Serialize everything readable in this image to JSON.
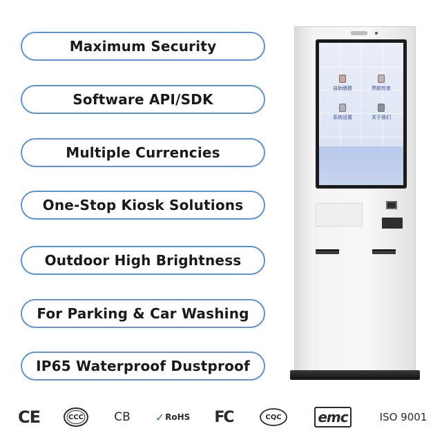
{
  "features": [
    "Maximum Security",
    "Software API/SDK",
    "Multiple Currencies",
    "One-Stop Kiosk Solutions",
    "Outdoor High Brightness",
    "For Parking & Car Washing",
    "IP65 Waterproof Dustproof"
  ],
  "kiosk_screen": {
    "apps": [
      "自助缴费",
      "票款检查",
      "系统设置",
      "关于我们"
    ]
  },
  "certifications": [
    "CE",
    "CCC",
    "CB",
    "RoHS",
    "FC",
    "CQC",
    "emc",
    "ISO 9001"
  ],
  "colors": {
    "pill_border": "#5b93d6",
    "text": "#1a1a1a"
  }
}
